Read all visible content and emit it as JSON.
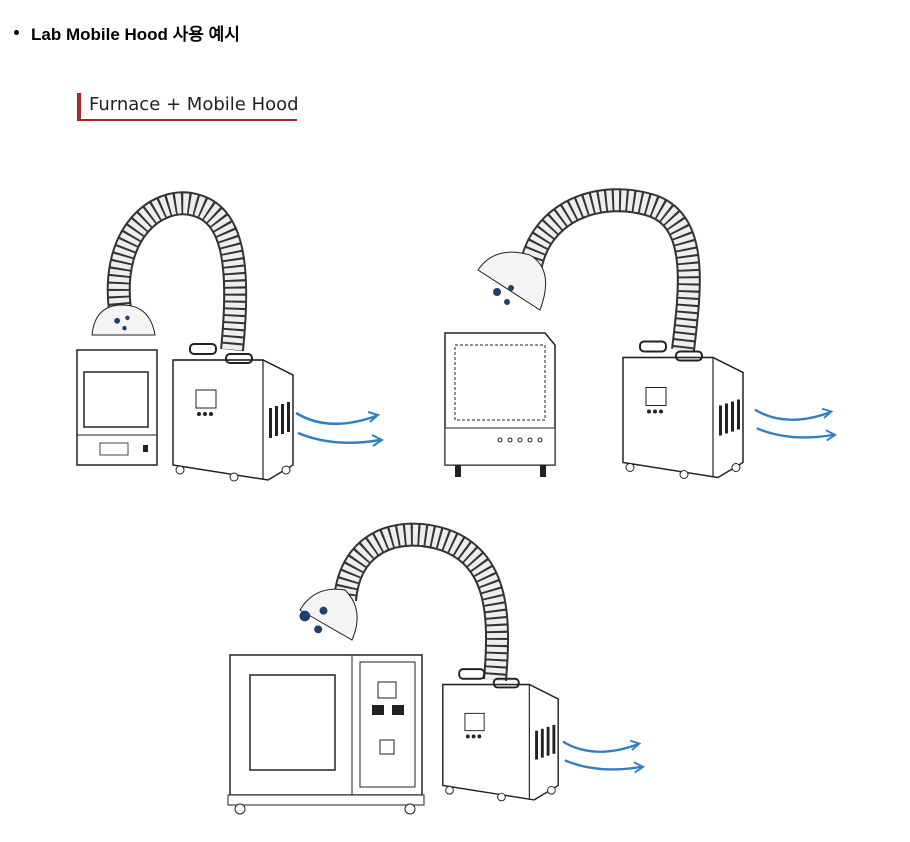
{
  "heading": {
    "text": "Lab Mobile Hood 사용 예시"
  },
  "section": {
    "title": "Furnace + Mobile Hood"
  },
  "illustrations": [
    {
      "name": "box-furnace-with-mobile-hood"
    },
    {
      "name": "muffle-furnace-with-mobile-hood"
    },
    {
      "name": "large-furnace-with-mobile-hood"
    }
  ],
  "colors": {
    "accent": "#a8262b",
    "airflow": "#2f7fc4",
    "particle": "#1f3f73"
  }
}
